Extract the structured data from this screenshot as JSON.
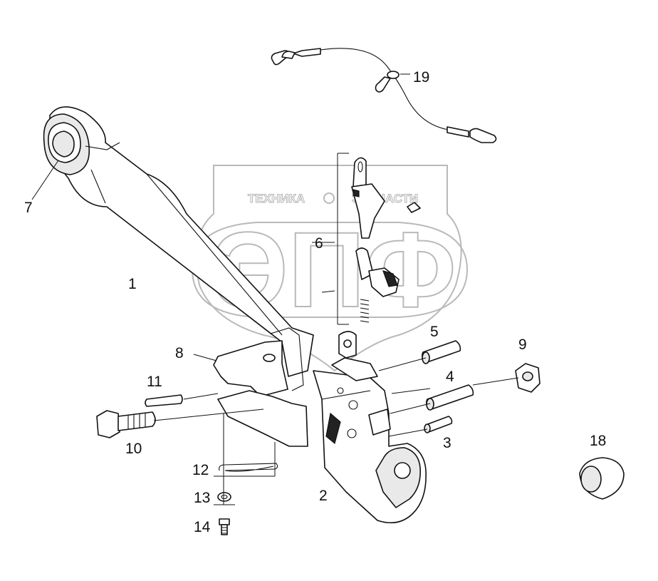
{
  "watermark": {
    "top_text": "ТЕХНИКА",
    "top_text_2": "ЗАПЧАСТИ",
    "big_letters": "ЭПФ"
  },
  "colors": {
    "line": "#111111",
    "watermark": "#b9b9b9",
    "background": "#ffffff"
  },
  "labels": [
    {
      "id": "1",
      "text": "1"
    },
    {
      "id": "2",
      "text": "2"
    },
    {
      "id": "3",
      "text": "3"
    },
    {
      "id": "4",
      "text": "4"
    },
    {
      "id": "5",
      "text": "5"
    },
    {
      "id": "6",
      "text": "6"
    },
    {
      "id": "7",
      "text": "7"
    },
    {
      "id": "8",
      "text": "8"
    },
    {
      "id": "9",
      "text": "9"
    },
    {
      "id": "10",
      "text": "10"
    },
    {
      "id": "11",
      "text": "11"
    },
    {
      "id": "12",
      "text": "12"
    },
    {
      "id": "13",
      "text": "13"
    },
    {
      "id": "14",
      "text": "14"
    },
    {
      "id": "18",
      "text": "18"
    },
    {
      "id": "19",
      "text": "19"
    }
  ]
}
